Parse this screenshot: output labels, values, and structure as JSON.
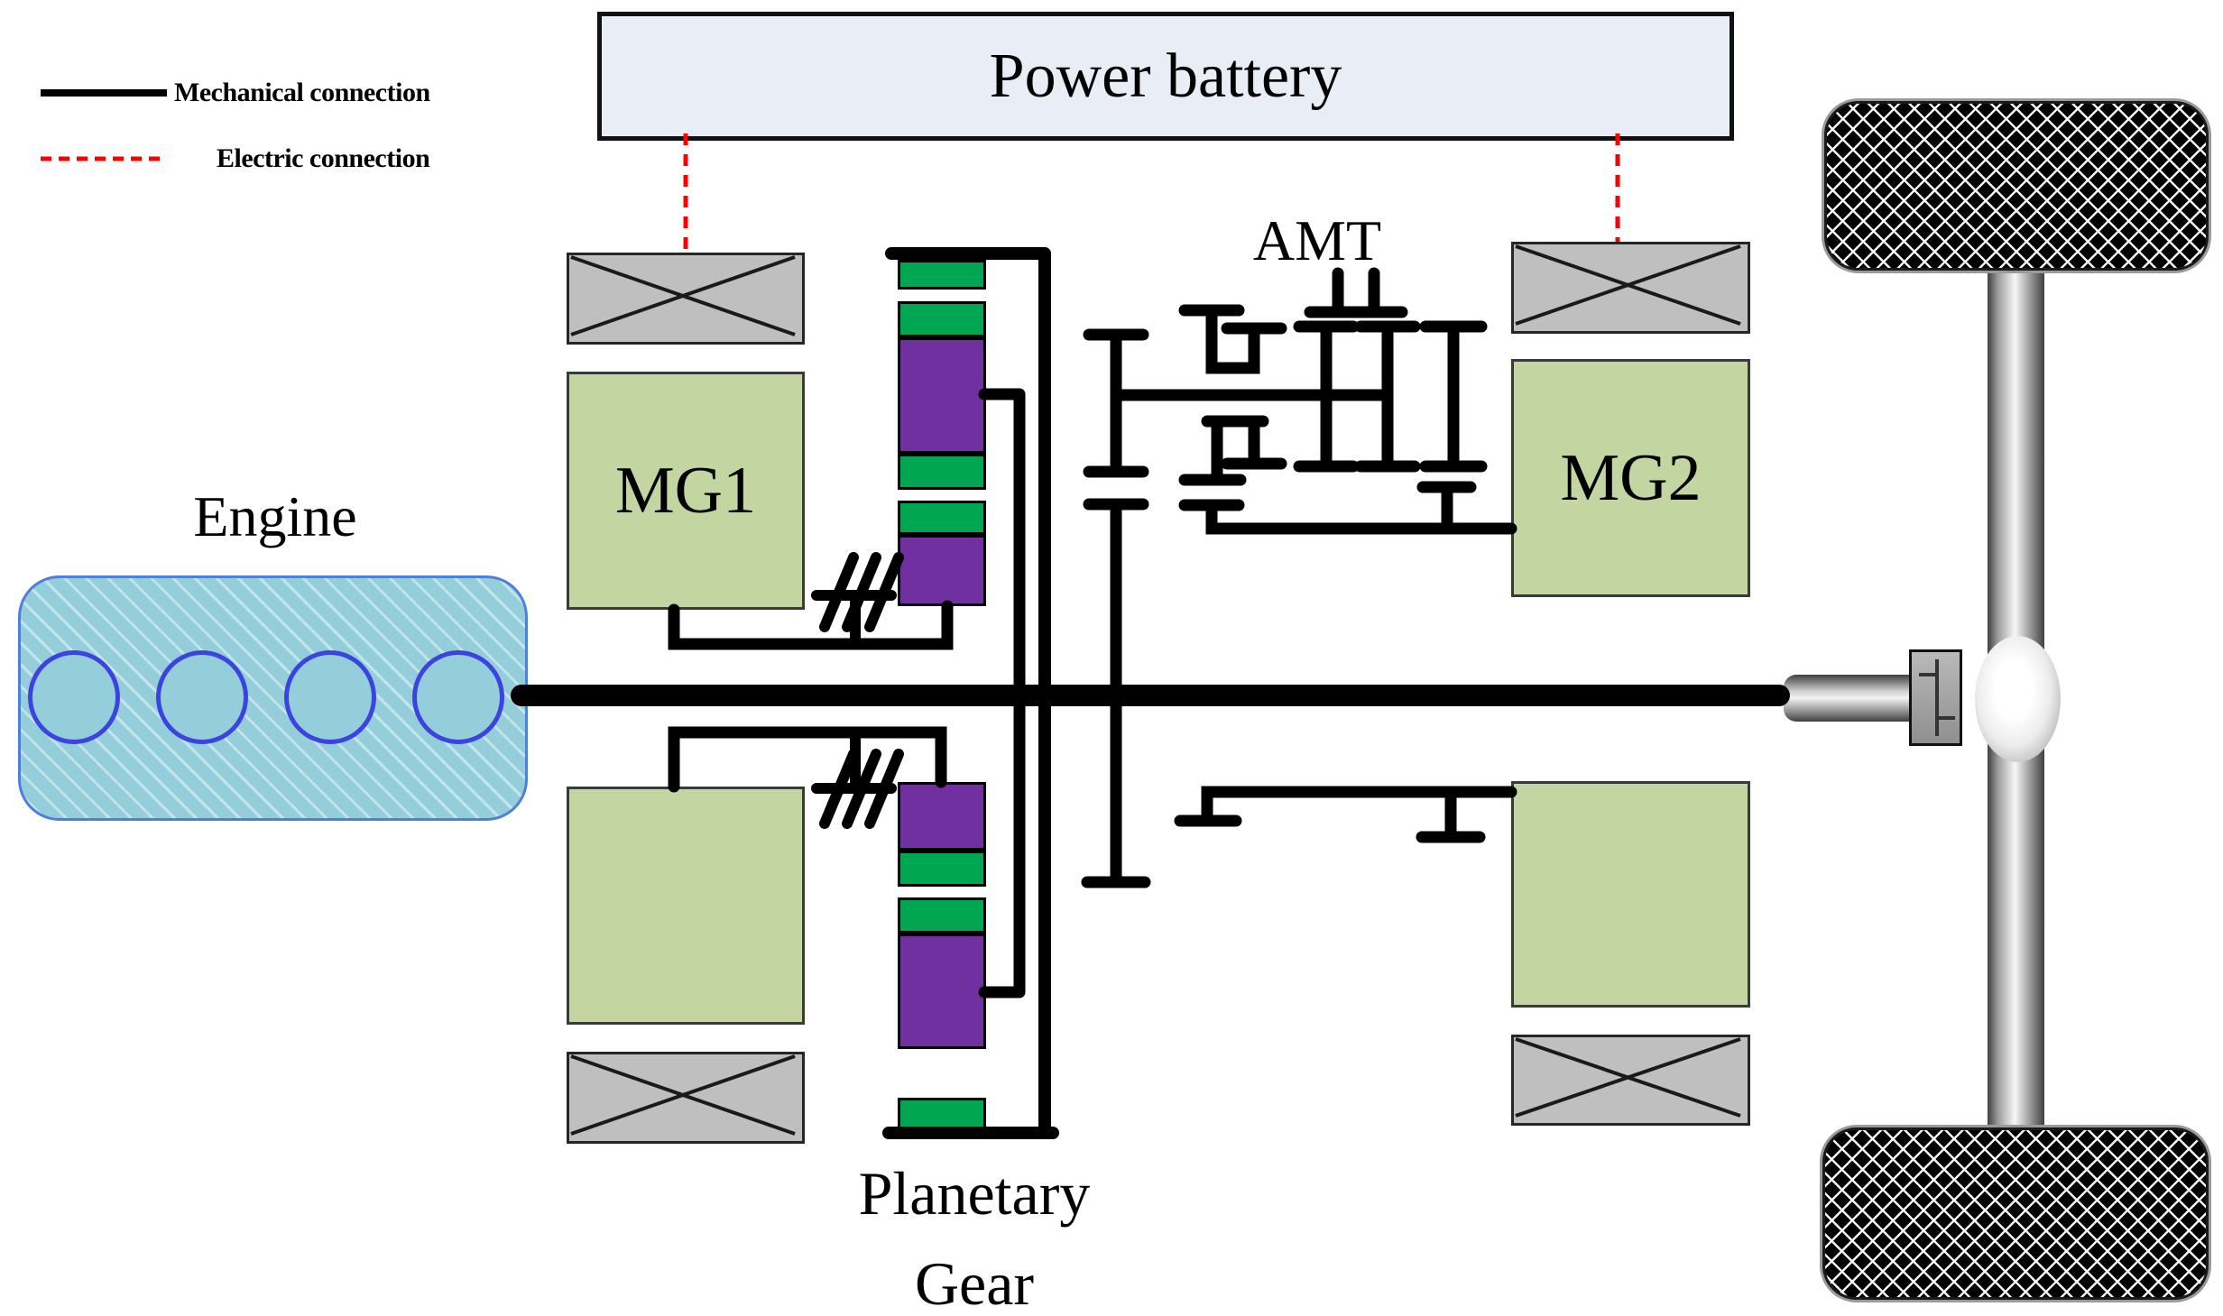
{
  "legend": {
    "mechanical": "Mechanical connection",
    "electric": "Electric connection"
  },
  "labels": {
    "battery": "Power battery",
    "engine": "Engine",
    "mg1": "MG1",
    "mg2": "MG2",
    "amt": "AMT",
    "planetary_line1": "Planetary",
    "planetary_line2": "Gear"
  },
  "colors": {
    "mechanical_line": "#000000",
    "electric_line": "#ff0000",
    "battery_fill": "#e9edf6",
    "inverter_gray": "#bfbfbf",
    "motor_green": "#c3d5a0",
    "gear_green": "#00a651",
    "gear_purple": "#7030a0",
    "engine_blue": "#93ceda",
    "engine_border": "#4f7fd9",
    "cylinder_stroke": "#3d43de"
  }
}
